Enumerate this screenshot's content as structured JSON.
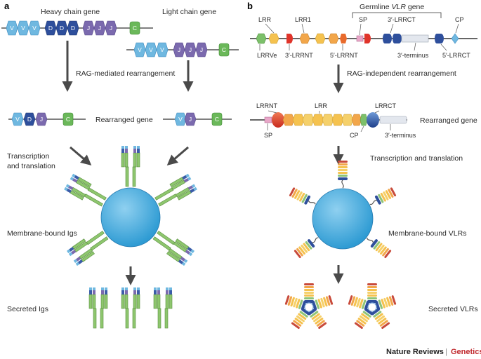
{
  "panel_a": {
    "letter": "a",
    "heavy_chain_gene": "Heavy chain gene",
    "light_chain_gene": "Light chain gene",
    "rag_mediated": "RAG-mediated rearrangement",
    "rearranged_gene": "Rearranged gene",
    "transcription_line1": "Transcription",
    "transcription_line2": "and translation",
    "membrane_bound": "Membrane-bound Igs",
    "secreted": "Secreted Igs",
    "seg_v": "V",
    "seg_d": "D",
    "seg_j": "J",
    "seg_c": "C"
  },
  "panel_b": {
    "letter": "b",
    "germline_prefix": "Germline ",
    "germline_vlr": "VLR",
    "germline_suffix": " gene",
    "lrr": "LRR",
    "lrr1": "LRR1",
    "sp": "SP",
    "lrrct_3": "3′-LRRCT",
    "cp": "CP",
    "lrrve": "LRRVe",
    "lrrnt_3": "3′-LRRNT",
    "lrrnt_5": "5′-LRRNT",
    "terminus_3": "3′-terminus",
    "lrrct_5": "5′-LRRCT",
    "rag_independent": "RAG-independent rearrangement",
    "lrrnt": "LRRNT",
    "lrrct": "LRRCT",
    "rearranged_gene": "Rearranged gene",
    "transcription": "Transcription and translation",
    "membrane_bound": "Membrane-bound VLRs",
    "secreted": "Secreted VLRs"
  },
  "footer": {
    "journal": "Nature Reviews",
    "separator": "|",
    "section": "Genetics"
  },
  "colors": {
    "v_segment": "#6fb8e0",
    "d_segment": "#2e4f9c",
    "j_segment": "#7b6aae",
    "c_segment": "#6bb85a",
    "cell": "#3fa8dc",
    "arrow": "#4a4a4a",
    "genetics_red": "#c0282d"
  }
}
